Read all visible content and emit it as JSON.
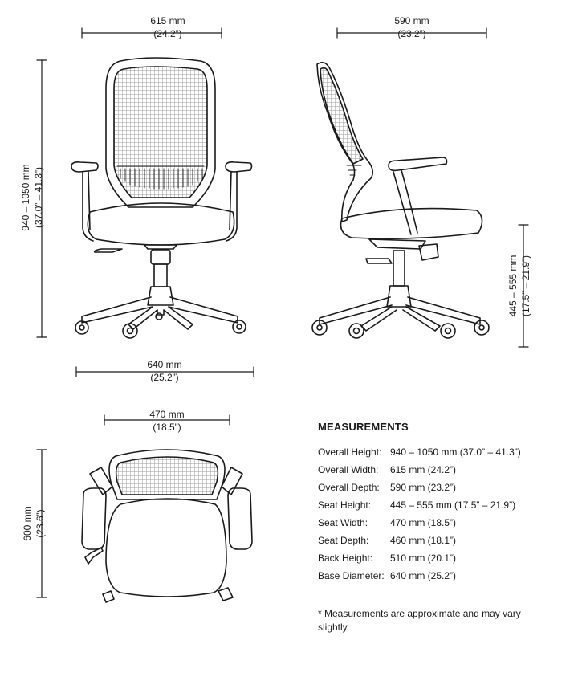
{
  "dimensions": {
    "front_width": {
      "mm": "615 mm",
      "in": "(24.2”)"
    },
    "side_depth": {
      "mm": "590 mm",
      "in": "(23.2”)"
    },
    "overall_height": {
      "mm": "940 – 1050 mm",
      "in": "(37.0” – 41.3”)"
    },
    "seat_height": {
      "mm": "445 – 555 mm",
      "in": "(17.5” – 21.9”)"
    },
    "base_diameter": {
      "mm": "640 mm",
      "in": "(25.2”)"
    },
    "top_width": {
      "mm": "470 mm",
      "in": "(18.5”)"
    },
    "top_depth": {
      "mm": "600 mm",
      "in": "(23.6”)"
    }
  },
  "measurements": {
    "title": "MEASUREMENTS",
    "rows": [
      {
        "label": "Overall Height:",
        "value": "940 – 1050 mm (37.0” – 41.3”)"
      },
      {
        "label": "Overall Width:",
        "value": "615 mm (24.2”)"
      },
      {
        "label": "Overall Depth:",
        "value": "590 mm (23.2”)"
      },
      {
        "label": "Seat Height:",
        "value": "445 – 555 mm (17.5” –  21.9”)"
      },
      {
        "label": "Seat Width:",
        "value": "470 mm (18.5”)"
      },
      {
        "label": "Seat Depth:",
        "value": "460 mm (18.1”)"
      },
      {
        "label": "Back Height:",
        "value": "510 mm (20.1”)"
      },
      {
        "label": "Base Diameter:",
        "value": "640 mm (25.2”)"
      }
    ],
    "note": "* Measurements are approximate and may vary slightly."
  }
}
